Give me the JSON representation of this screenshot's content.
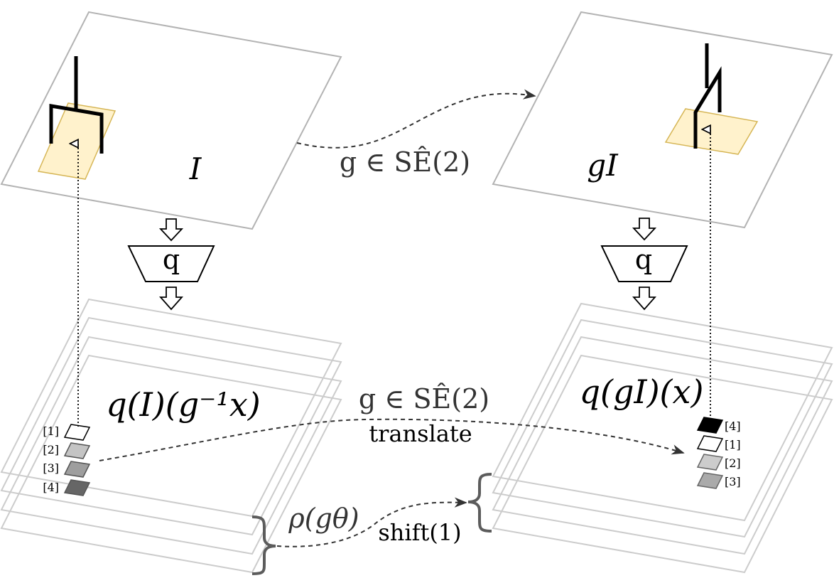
{
  "colors": {
    "plane_stroke": "#b3b3b3",
    "stack_stroke": "#cccccc",
    "patch_fill": "#fff2cc",
    "patch_stroke": "#d6b656",
    "arrow": "#333333",
    "brace": "#5c5c5c"
  },
  "left_image": {
    "label": "I"
  },
  "right_image": {
    "label": "gI"
  },
  "quantizer": {
    "label": "q"
  },
  "left_features": {
    "label": "q(I)(g⁻¹x)",
    "items": [
      {
        "label": "[1]",
        "fill": "#ffffff"
      },
      {
        "label": "[2]",
        "fill": "#c4c4c4"
      },
      {
        "label": "[3]",
        "fill": "#9e9e9e"
      },
      {
        "label": "[4]",
        "fill": "#666666"
      }
    ]
  },
  "right_features": {
    "label": "q(gI)(x)",
    "items": [
      {
        "label": "[4]",
        "fill": "#000000"
      },
      {
        "label": "[1]",
        "fill": "#ffffff"
      },
      {
        "label": "[2]",
        "fill": "#cccccc"
      },
      {
        "label": "[3]",
        "fill": "#aaaaaa"
      }
    ]
  },
  "transforms": {
    "top": "g ∈ SÊ(2)",
    "middle": "g ∈ SÊ(2)",
    "middle_sub": "translate",
    "rho": "ρ(gθ)",
    "shift": "shift(1)"
  },
  "icons": [
    "gripper-icon",
    "rotated-gripper-icon",
    "down-arrow-icon"
  ]
}
